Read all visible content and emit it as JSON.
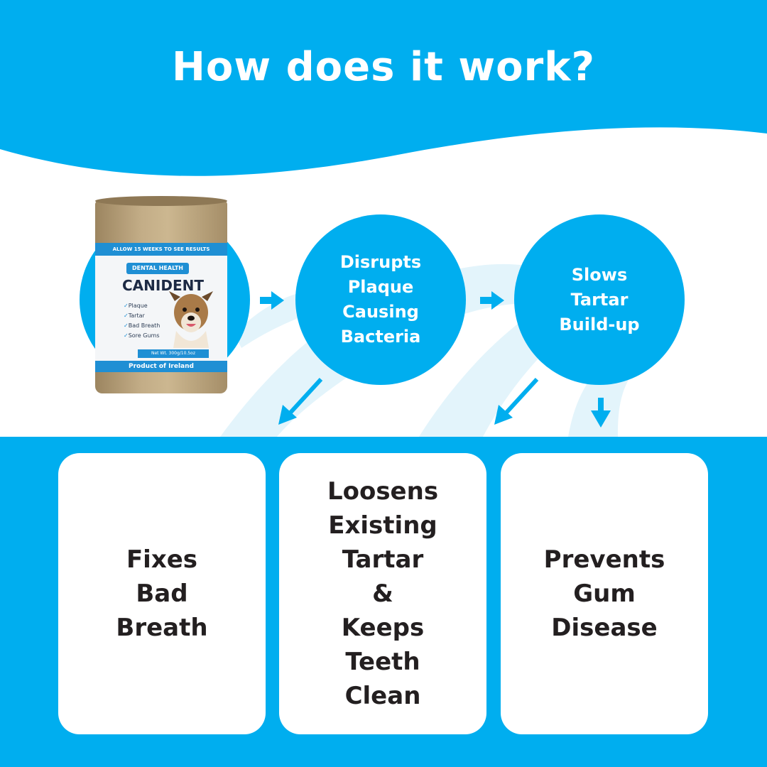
{
  "title": "How does it work?",
  "product": {
    "banner": "ALLOW 15 WEEKS TO SEE RESULTS",
    "badge": "DENTAL HEALTH",
    "brand": "CANIDENT",
    "benefits": [
      "Plaque",
      "Tartar",
      "Bad Breath",
      "Sore Gums"
    ],
    "weight": "Net Wt. 300g/10.5oz",
    "origin": "Product of Ireland"
  },
  "steps": [
    {
      "label": "Disrupts\nPlaque\nCausing\nBacteria"
    },
    {
      "label": "Slows\nTartar\nBuild-up"
    }
  ],
  "results": [
    {
      "label": "Fixes\nBad\nBreath"
    },
    {
      "label": "Loosens\nExisting\nTartar\n&\nKeeps\nTeeth\nClean"
    },
    {
      "label": "Prevents\nGum\nDisease"
    }
  ],
  "colors": {
    "brand_blue": "#00aeef",
    "light_blue": "#e3f4fb",
    "card_text": "#231f20",
    "white": "#ffffff"
  }
}
